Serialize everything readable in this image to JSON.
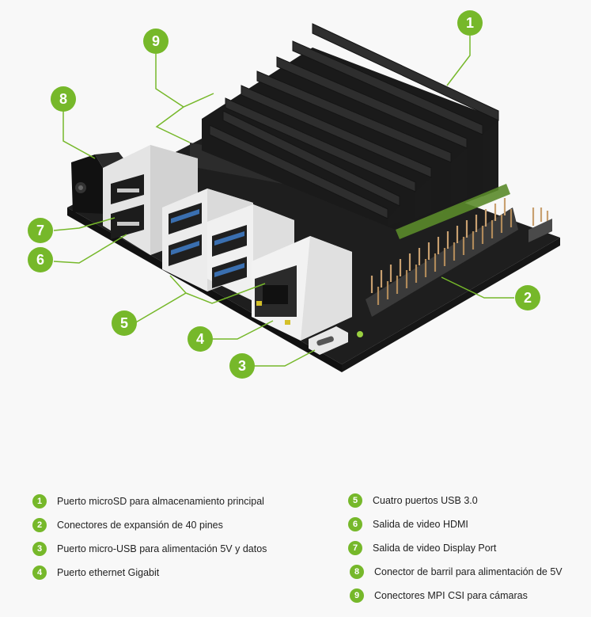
{
  "colors": {
    "accent": "#76b82a",
    "board": "#2b2b2b",
    "heatsink": "#262626",
    "port_white": "#e6e6e6",
    "usb_blue": "#3a6fb0",
    "background": "#f8f8f8"
  },
  "callouts": [
    {
      "number": "1",
      "label": "Puerto microSD para almacenamiento principal"
    },
    {
      "number": "2",
      "label": "Conectores de expansión de 40 pines"
    },
    {
      "number": "3",
      "label": "Puerto micro-USB para alimentación 5V y datos"
    },
    {
      "number": "4",
      "label": "Puerto ethernet Gigabit"
    },
    {
      "number": "5",
      "label": "Cuatro puertos USB 3.0"
    },
    {
      "number": "6",
      "label": "Salida de video HDMI"
    },
    {
      "number": "7",
      "label": "Salida de video Display Port"
    },
    {
      "number": "8",
      "label": "Conector de barril para alimentación de 5V"
    },
    {
      "number": "9",
      "label": "Conectores MPI CSI para cámaras"
    }
  ]
}
